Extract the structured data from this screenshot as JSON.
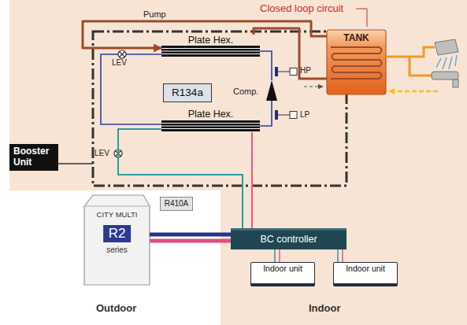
{
  "diagram": {
    "nodes": [
      {
        "text": [
          "Booster Unit"
        ]
      },
      {
        "text": [
          "Plate Hex."
        ],
        "in": 0
      },
      {
        "text": [
          "R134a"
        ],
        "in": 0
      },
      {
        "text": [
          "Plate Hex."
        ],
        "in": 0
      },
      {
        "text": [
          "TANK"
        ]
      },
      {
        "text": [
          "CITY MULTI",
          "R2",
          "series"
        ]
      },
      {
        "text": [
          "R410A"
        ]
      },
      {
        "text": [
          "BC controller"
        ]
      },
      {
        "text": [
          "Indoor unit"
        ]
      },
      {
        "text": [
          "Indoor unit"
        ]
      }
    ],
    "edges": [
      {
        "from": 4,
        "to": 1,
        "arrow": "to"
      },
      {
        "from": 1,
        "to": 4,
        "arrow": "none"
      },
      {
        "from": 5,
        "to": 7,
        "arrow": "none"
      },
      {
        "from": 7,
        "to": 3,
        "arrow": "none"
      },
      {
        "from": 3,
        "to": 7,
        "arrow": "none"
      },
      {
        "from": 7,
        "to": 8,
        "arrow": "none"
      },
      {
        "from": 7,
        "to": 9,
        "arrow": "none"
      }
    ],
    "labels": [
      "Closed loop circuit",
      "Pump",
      "LEV",
      "Comp.",
      "HP",
      "LP",
      "LEV",
      "Outdoor",
      "Indoor"
    ]
  }
}
